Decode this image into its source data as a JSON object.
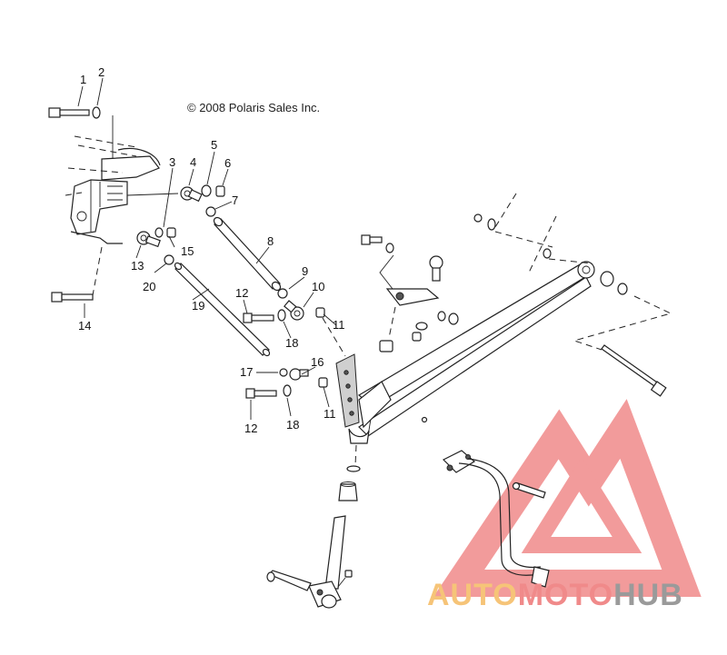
{
  "diagram": {
    "copyright": "© 2008 Polaris Sales Inc.",
    "callouts": [
      {
        "id": "c1",
        "label": "1"
      },
      {
        "id": "c2",
        "label": "2"
      },
      {
        "id": "c3",
        "label": "3"
      },
      {
        "id": "c4",
        "label": "4"
      },
      {
        "id": "c5",
        "label": "5"
      },
      {
        "id": "c6",
        "label": "6"
      },
      {
        "id": "c7",
        "label": "7"
      },
      {
        "id": "c8",
        "label": "8"
      },
      {
        "id": "c9",
        "label": "9"
      },
      {
        "id": "c10",
        "label": "10"
      },
      {
        "id": "c11a",
        "label": "11"
      },
      {
        "id": "c11b",
        "label": "11"
      },
      {
        "id": "c12a",
        "label": "12"
      },
      {
        "id": "c12b",
        "label": "12"
      },
      {
        "id": "c13",
        "label": "13"
      },
      {
        "id": "c14",
        "label": "14"
      },
      {
        "id": "c15",
        "label": "15"
      },
      {
        "id": "c16",
        "label": "16"
      },
      {
        "id": "c17",
        "label": "17"
      },
      {
        "id": "c18a",
        "label": "18"
      },
      {
        "id": "c18b",
        "label": "18"
      },
      {
        "id": "c19",
        "label": "19"
      },
      {
        "id": "c20",
        "label": "20"
      }
    ]
  },
  "watermark": {
    "part1": "AUTO",
    "part2": "MOTO",
    "part3": "HUB",
    "colors": {
      "auto": "#f6c478",
      "moto": "#f08a8a",
      "hub": "#9a9a9a",
      "logo": "#f08a8a"
    }
  }
}
